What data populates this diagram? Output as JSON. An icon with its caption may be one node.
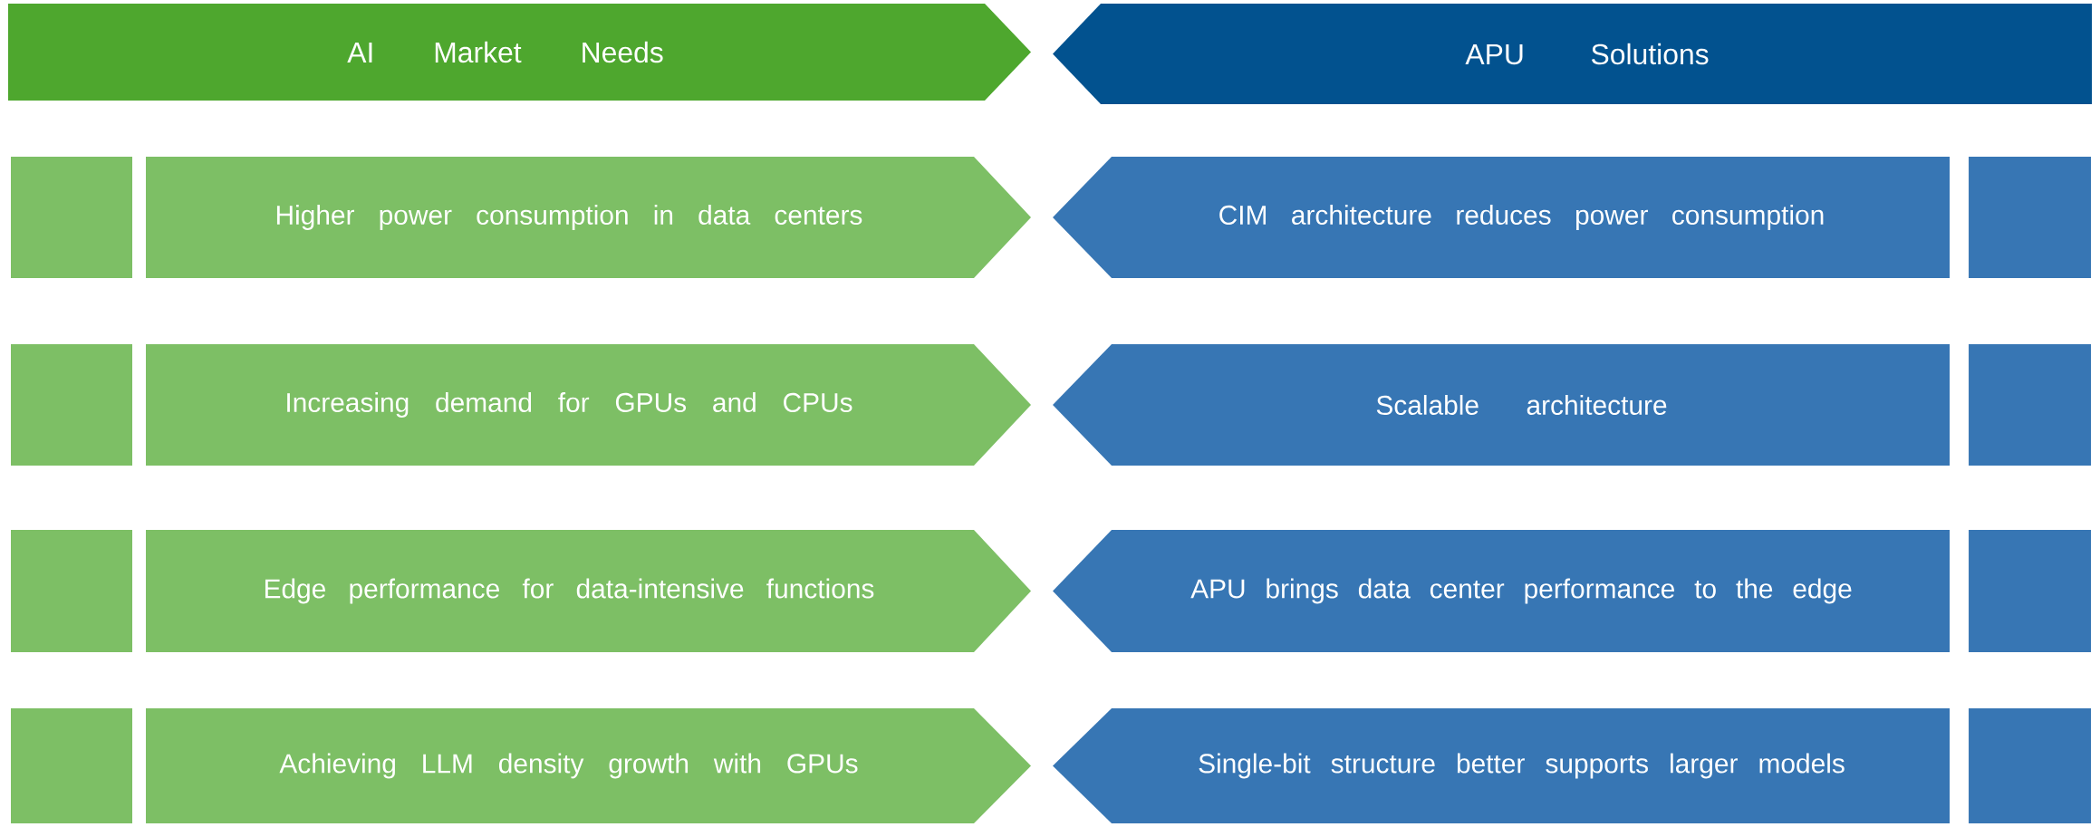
{
  "diagram": {
    "nodes": [
      {
        "text": [
          "AI Market Needs"
        ]
      },
      {
        "text": [
          "APU Solutions"
        ]
      },
      {
        "text": [],
        "shape": "box"
      },
      {
        "text": [
          "Higher power consumption in data centers"
        ]
      },
      {
        "text": [
          "CIM architecture reduces power consumption"
        ]
      },
      {
        "text": [],
        "shape": "box"
      },
      {
        "text": [],
        "shape": "box"
      },
      {
        "text": [
          "Increasing demand for GPUs and CPUs"
        ]
      },
      {
        "text": [
          "Scalable architecture"
        ]
      },
      {
        "text": [],
        "shape": "box"
      },
      {
        "text": [],
        "shape": "box"
      },
      {
        "text": [
          "Edge performance for data-intensive functions"
        ]
      },
      {
        "text": [
          "APU brings data center performance to the edge"
        ]
      },
      {
        "text": [],
        "shape": "box"
      },
      {
        "text": [],
        "shape": "box"
      },
      {
        "text": [
          "Achieving LLM density growth with GPUs"
        ]
      },
      {
        "text": [
          "Single-bit structure better supports larger models"
        ]
      },
      {
        "text": [],
        "shape": "box"
      }
    ]
  }
}
